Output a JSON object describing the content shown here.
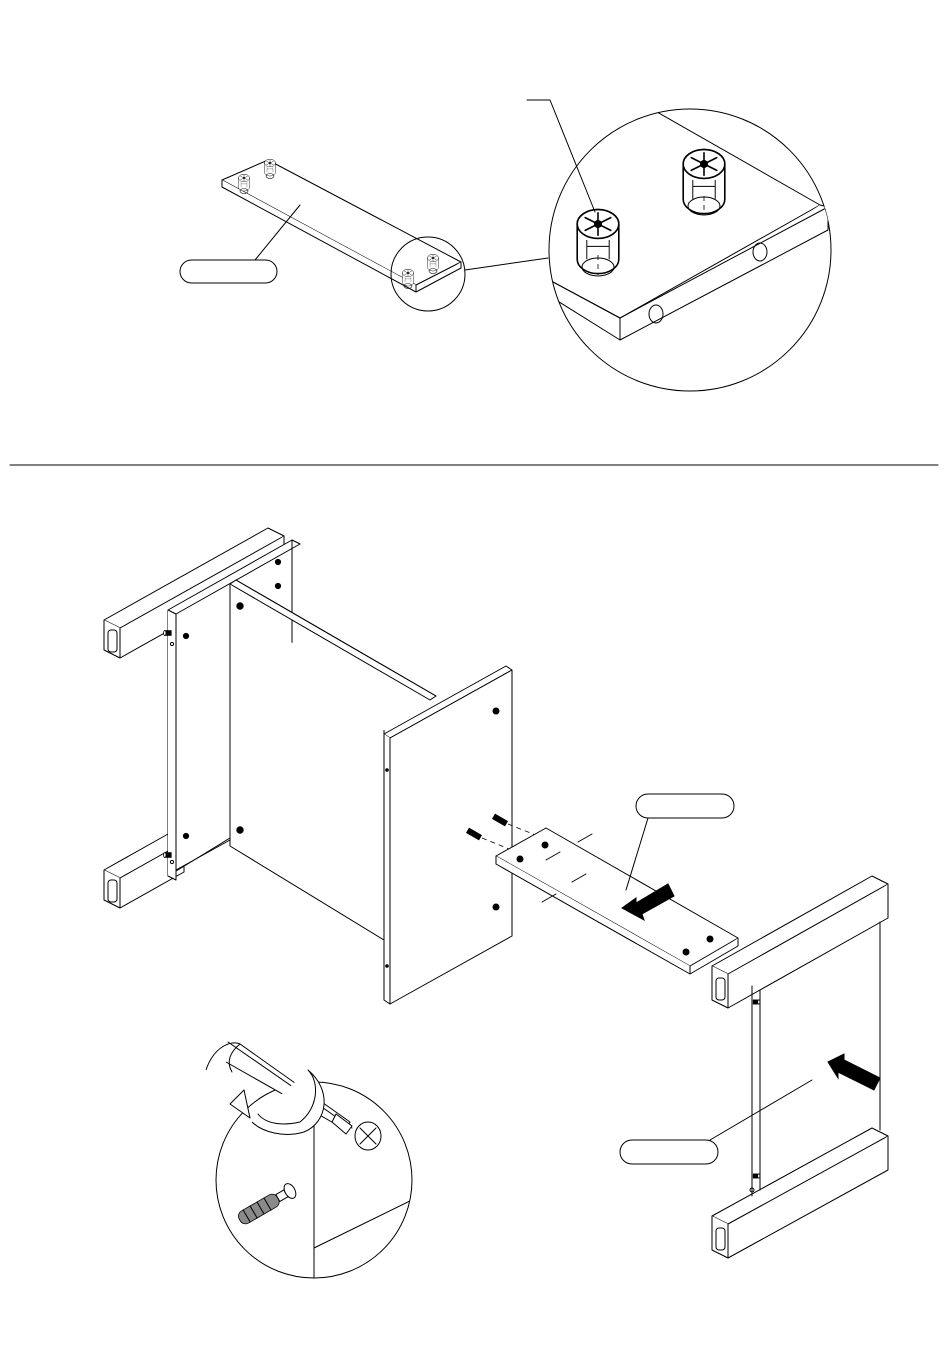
{
  "page": {
    "background": "#ffffff",
    "line_color": "#000000"
  },
  "steps": [
    {
      "id": "step-prep",
      "parts": [
        "panel",
        "cam-lock",
        "dowel"
      ],
      "callout_labels": [
        "",
        ""
      ],
      "detail": "cam-lock-magnified-view"
    },
    {
      "id": "step-assembly",
      "parts": [
        "frame",
        "side-panel",
        "back-panel",
        "bottom-panel",
        "cam-lock",
        "dowel",
        "screwdriver"
      ],
      "callout_labels": [
        "",
        ""
      ],
      "arrows": [
        "insert-arrow",
        "push-arrow"
      ],
      "detail": "screwdriver-tightening-view"
    }
  ]
}
